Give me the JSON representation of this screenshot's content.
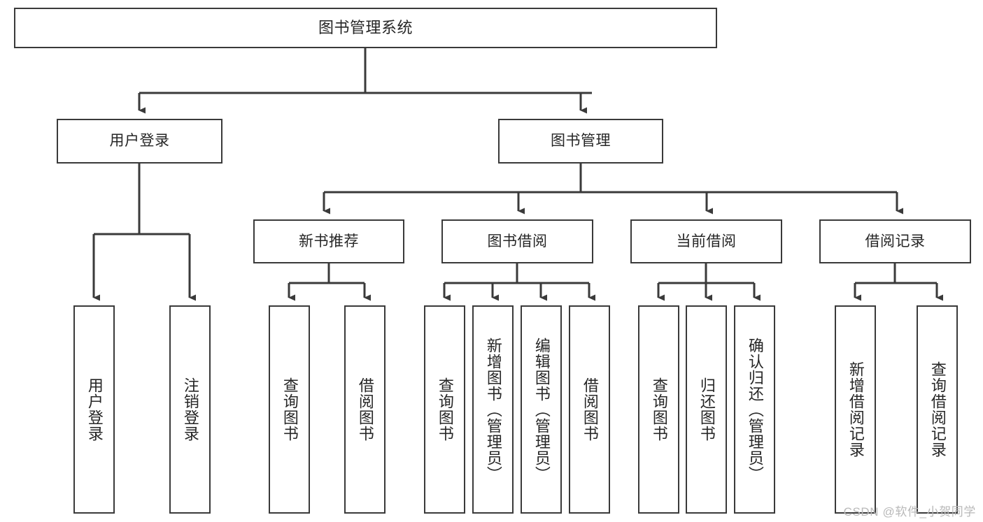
{
  "diagram": {
    "type": "tree-hierarchy-chart",
    "title": "图书管理系统",
    "line_color": "#3a3a3a",
    "box_fill": "#ffffff",
    "text_color": "#262626",
    "watermark": "CSDN @软件_小贺同学",
    "nodes": {
      "root": {
        "label": "图书管理系统"
      },
      "level2": [
        {
          "id": "user-login",
          "label": "用户登录"
        },
        {
          "id": "book-manage",
          "label": "图书管理"
        }
      ],
      "level3": [
        {
          "id": "new-book-recommend",
          "label": "新书推荐"
        },
        {
          "id": "book-borrow",
          "label": "图书借阅"
        },
        {
          "id": "current-borrow",
          "label": "当前借阅"
        },
        {
          "id": "borrow-record",
          "label": "借阅记录"
        }
      ],
      "leaves": [
        {
          "id": "leaf-user-login",
          "parent": "user-login",
          "label": "用户登录"
        },
        {
          "id": "leaf-logout",
          "parent": "user-login",
          "label": "注销登录"
        },
        {
          "id": "leaf-query-book-1",
          "parent": "new-book-recommend",
          "label": "查询图书"
        },
        {
          "id": "leaf-borrow-book-1",
          "parent": "new-book-recommend",
          "label": "借阅图书"
        },
        {
          "id": "leaf-query-book-2",
          "parent": "book-borrow",
          "label": "查询图书"
        },
        {
          "id": "leaf-add-book",
          "parent": "book-borrow",
          "label": "新增图书（管理员）"
        },
        {
          "id": "leaf-edit-book",
          "parent": "book-borrow",
          "label": "编辑图书（管理员）"
        },
        {
          "id": "leaf-borrow-book-2",
          "parent": "book-borrow",
          "label": "借阅图书"
        },
        {
          "id": "leaf-query-book-3",
          "parent": "current-borrow",
          "label": "查询图书"
        },
        {
          "id": "leaf-return-book",
          "parent": "current-borrow",
          "label": "归还图书"
        },
        {
          "id": "leaf-confirm-return",
          "parent": "current-borrow",
          "label": "确认归还（管理员）"
        },
        {
          "id": "leaf-add-record",
          "parent": "borrow-record",
          "label": "新增借阅记录"
        },
        {
          "id": "leaf-query-record",
          "parent": "borrow-record",
          "label": "查询借阅记录"
        }
      ]
    }
  }
}
